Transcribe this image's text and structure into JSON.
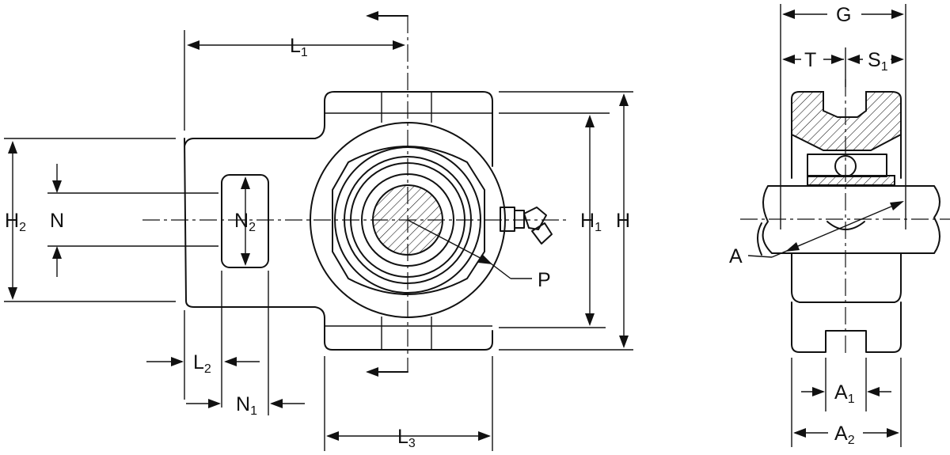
{
  "labels": {
    "L1": {
      "main": "L",
      "sub": "1"
    },
    "L2": {
      "main": "L",
      "sub": "2"
    },
    "L3": {
      "main": "L",
      "sub": "3"
    },
    "N": {
      "main": "N",
      "sub": ""
    },
    "N1": {
      "main": "N",
      "sub": "1"
    },
    "N2": {
      "main": "N",
      "sub": "2"
    },
    "H": {
      "main": "H",
      "sub": ""
    },
    "H1": {
      "main": "H",
      "sub": "1"
    },
    "H2": {
      "main": "H",
      "sub": "2"
    },
    "P": {
      "main": "P",
      "sub": ""
    },
    "G": {
      "main": "G",
      "sub": ""
    },
    "T": {
      "main": "T",
      "sub": ""
    },
    "S1": {
      "main": "S",
      "sub": "1"
    },
    "A": {
      "main": "A",
      "sub": ""
    },
    "A1": {
      "main": "A",
      "sub": "1"
    },
    "A2": {
      "main": "A",
      "sub": "2"
    }
  }
}
